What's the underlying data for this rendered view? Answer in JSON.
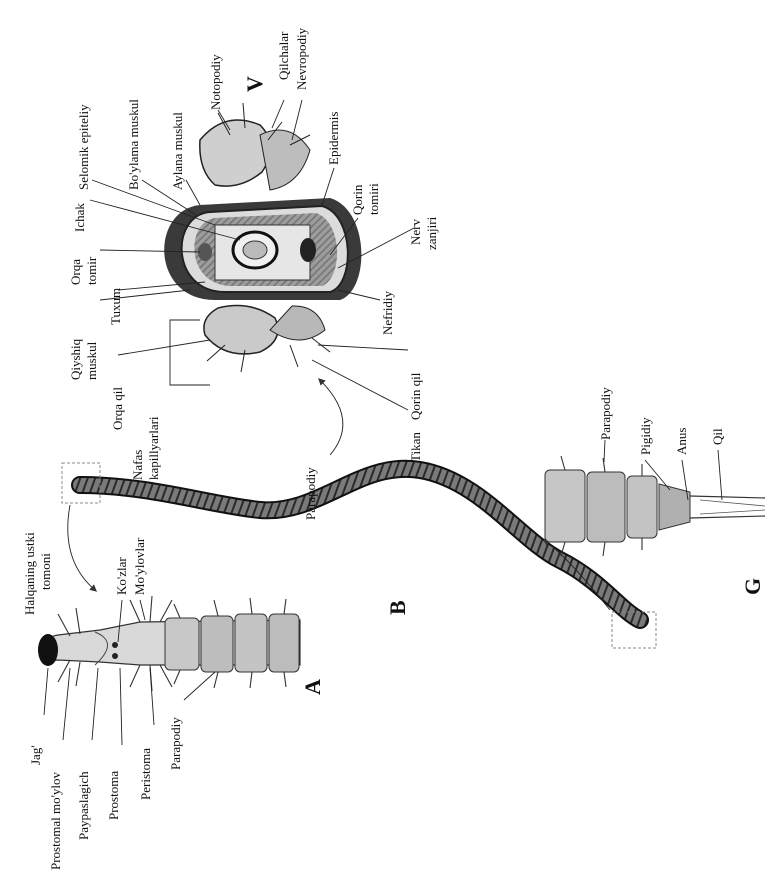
{
  "figure": {
    "panels": {
      "A": "A",
      "B": "B",
      "V": "V",
      "G": "G"
    },
    "labels": {
      "jag": "Jag'",
      "prostomal_moylov": "Prostomal mo'ylov",
      "paypaslagich": "Paypaslagich",
      "prostoma": "Prostoma",
      "peristoma": "Peristoma",
      "parapodiy_a": "Parapodiy",
      "halqa_1": "Halqaning ustki",
      "halqa_2": "tomoni",
      "kozlar": "Ko'zlar",
      "moylovlar": "Mo'ylovlar",
      "nafas_1": "Nafas",
      "nafas_2": "kapillyarlari",
      "parapodiy_b": "Parapodiy",
      "parapodiy_g": "Parapodiy",
      "pigidiy": "Pigidiy",
      "anus": "Anus",
      "qil_g": "Qil",
      "orqa_qil": "Orqa qil",
      "qiyshiq_1": "Qiyshiq",
      "qiyshiq_2": "muskul",
      "tuxum": "Tuxum",
      "orqa_tomir_1": "Orqa",
      "orqa_tomir_2": "tomir",
      "ichak": "Ichak",
      "selomik": "Selomik epiteliy",
      "boylama": "Bo'ylama muskul",
      "aylana": "Aylana muskul",
      "notopodiy": "Notopodiy",
      "qilchalar": "Qilchalar",
      "nevropodiy": "Nevropodiy",
      "epidermis": "Epidermis",
      "qorin_tomir_1": "Qorin",
      "qorin_tomir_2": "tomiri",
      "nerv_1": "Nerv",
      "nerv_2": "zanjiri",
      "nefridiy": "Nefridiy",
      "qorin_qil": "Qorin qil",
      "tikan": "Tikan"
    }
  }
}
